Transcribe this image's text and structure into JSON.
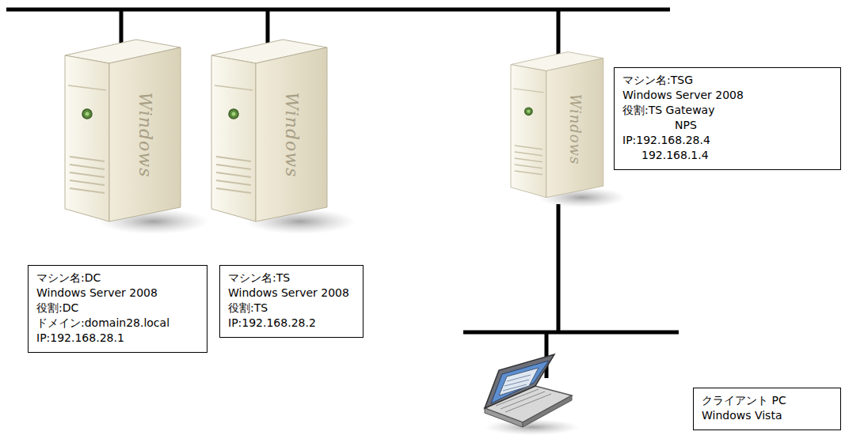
{
  "diagram": {
    "nodes": [
      {
        "text": [
          "マシン名:DC",
          "Windows Server 2008",
          "役割:DC",
          "ドメイン:domain28.local",
          "IP:192.168.28.1"
        ]
      },
      {
        "text": [
          "マシン名:TS",
          "Windows Server 2008",
          "役割:TS",
          "IP:192.168.28.2"
        ]
      },
      {
        "text": [
          "マシン名:TSG",
          "Windows Server 2008",
          "役割:TS Gateway",
          "NPS",
          "IP:192.168.28.4",
          "192.168.1.4"
        ]
      },
      {
        "text": [
          "クライアント PC",
          "Windows Vista"
        ]
      }
    ],
    "labels": [
      "Windows",
      "Windows",
      "Windows"
    ]
  }
}
